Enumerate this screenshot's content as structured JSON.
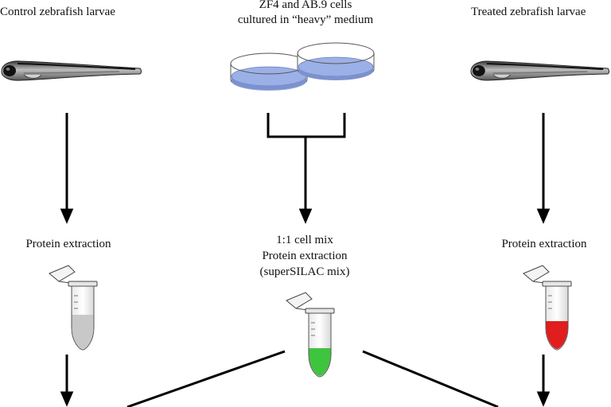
{
  "labels": {
    "control_title": "Control zebrafish larvae",
    "cells_title_line1": "ZF4 and AB.9 cells",
    "cells_title_line2": "cultured in “heavy” medium",
    "treated_title": "Treated zebrafish larvae",
    "left_extraction": "Protein extraction",
    "mix_line1": "1:1 cell mix",
    "mix_line2": "Protein extraction",
    "mix_line3": "(superSILAC mix)",
    "right_extraction": "Protein extraction"
  },
  "colors": {
    "dish_medium": "#8fa3dd",
    "tube_control": "#c8c8c8",
    "tube_mix": "#3fc43f",
    "tube_treated": "#e11d1d",
    "arrow": "#000000"
  }
}
